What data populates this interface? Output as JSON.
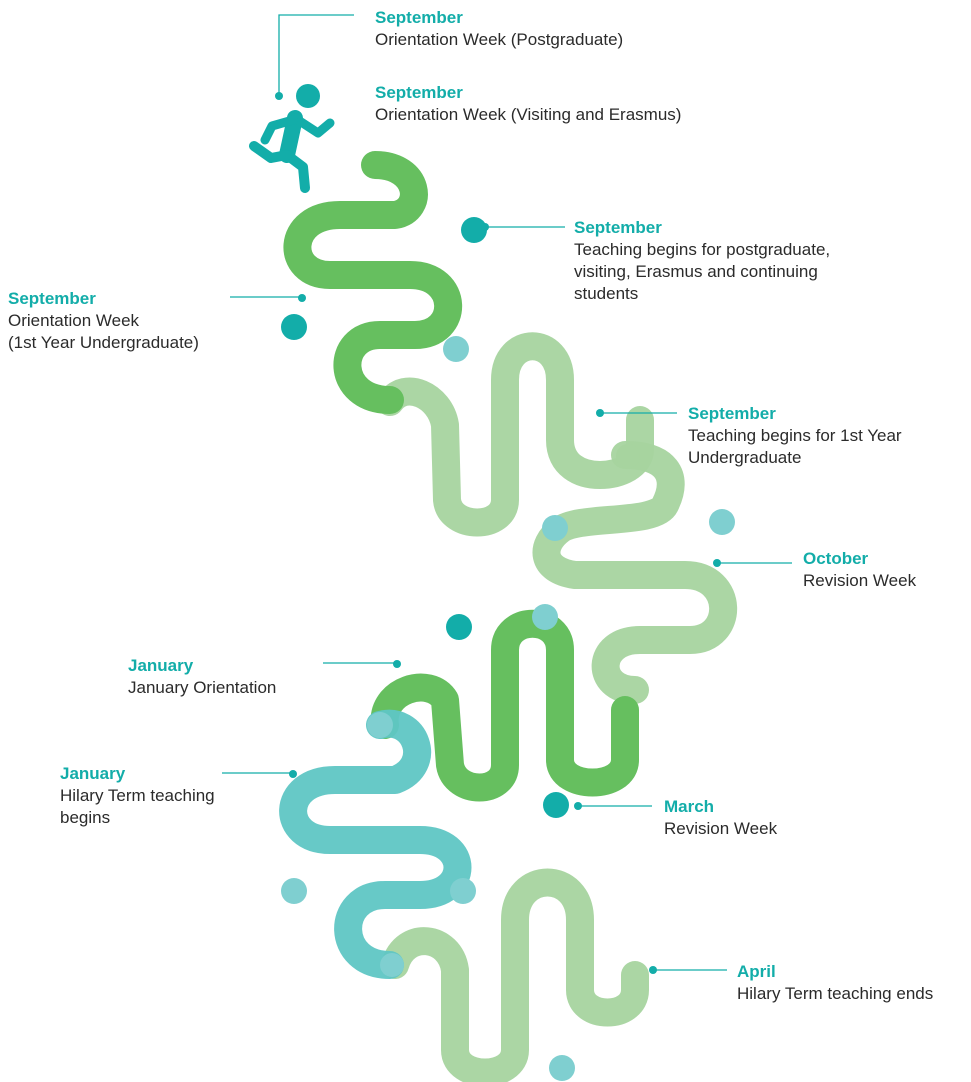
{
  "colors": {
    "teal": "#13ada9",
    "green_dark": "#66bf5f",
    "green_light": "#a7d49f",
    "teal_light": "#5fc6c4",
    "dot_light": "#7fcfd0",
    "text": "#2b2b2b"
  },
  "icons": {
    "runner": "runner-icon"
  },
  "events": [
    {
      "month": "September",
      "description": "Orientation Week (Postgraduate)"
    },
    {
      "month": "September",
      "description": "Orientation Week (Visiting and Erasmus)"
    },
    {
      "month": "September",
      "description": "Teaching begins for postgraduate,\nvisiting, Erasmus and continuing\nstudents"
    },
    {
      "month": "September",
      "description": "Orientation Week\n(1st Year Undergraduate)"
    },
    {
      "month": "September",
      "description": "Teaching begins for 1st Year\nUndergraduate"
    },
    {
      "month": "October",
      "description": "Revision Week"
    },
    {
      "month": "January",
      "description": "January Orientation"
    },
    {
      "month": "January",
      "description": "Hilary Term teaching\nbegins"
    },
    {
      "month": "March",
      "description": "Revision Week"
    },
    {
      "month": "April",
      "description": "Hilary Term teaching ends"
    }
  ]
}
